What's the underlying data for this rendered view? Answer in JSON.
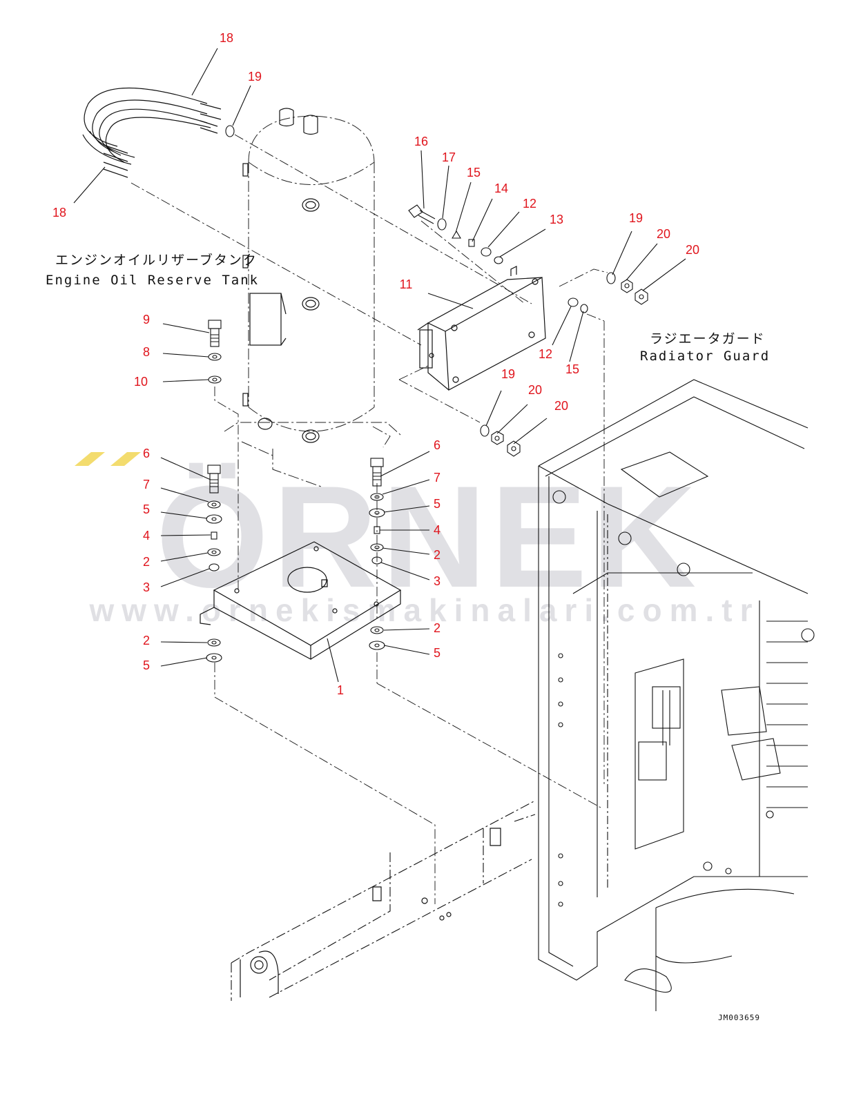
{
  "labels": {
    "engine_tank_jp": "エンジンオイルリザーブタンク",
    "engine_tank_en": "Engine Oil Reserve Tank",
    "radiator_jp": "ラジエータガード",
    "radiator_en": "Radiator Guard",
    "figure_id": "JM003659"
  },
  "watermark": {
    "brand": "ÖRNEK",
    "url": "www.ornekismakinalari.com.tr"
  },
  "colors": {
    "callout": "#e0141c",
    "line": "#111111",
    "watermark": "#dcdce0",
    "watermark_accent": "#f3dc6e"
  },
  "callouts": [
    "18",
    "19",
    "18",
    "16",
    "17",
    "15",
    "14",
    "12",
    "13",
    "19",
    "20",
    "20",
    "11",
    "12",
    "15",
    "9",
    "8",
    "10",
    "19",
    "20",
    "20",
    "6",
    "7",
    "5",
    "4",
    "2",
    "3",
    "6",
    "7",
    "5",
    "4",
    "2",
    "3",
    "2",
    "5",
    "2",
    "5",
    "1"
  ]
}
